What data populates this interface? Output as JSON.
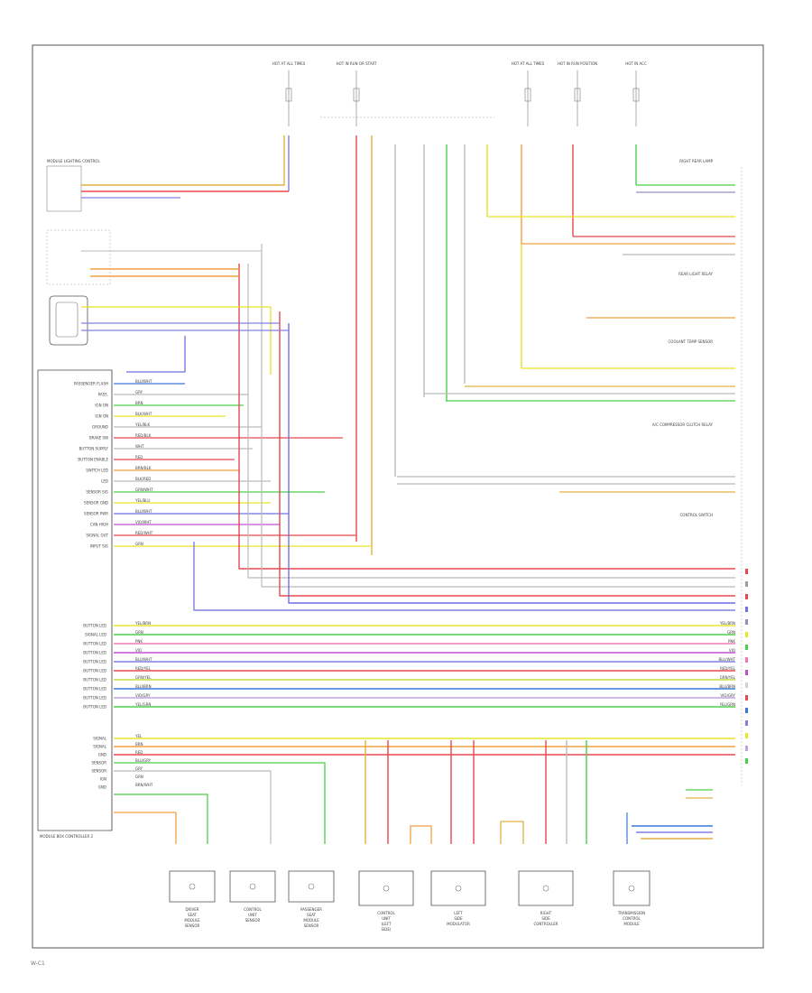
{
  "diagram": {
    "footer_code": "W-C1",
    "left_module": {
      "top_note": "MODULE LIGHTING CONTROL",
      "pins": [
        {
          "name": "PASSENGER FLASH",
          "wire": "BLU/WHT"
        },
        {
          "name": "PASS.",
          "wire": "GRY"
        },
        {
          "name": "IGN ON",
          "wire": "BRN"
        },
        {
          "name": "IGN ON",
          "wire": "BLK/WHT"
        },
        {
          "name": "GROUND",
          "wire": "YEL/BLK"
        },
        {
          "name": "BRAKE SW",
          "wire": "RED/BLK"
        },
        {
          "name": "BUTTON SUPPLY",
          "wire": "WHT"
        },
        {
          "name": "BUTTON ENABLE",
          "wire": "RED"
        },
        {
          "name": "SWITCH LED",
          "wire": "BRN/BLK"
        },
        {
          "name": "LED",
          "wire": "BLK/RED"
        },
        {
          "name": "SENSOR SIG",
          "wire": "GRN/WHT"
        },
        {
          "name": "SENSOR GND",
          "wire": "YEL/BLU"
        },
        {
          "name": "SENSOR PWR",
          "wire": "BLU/WHT"
        },
        {
          "name": "CAN HIGH",
          "wire": "VIO/WHT"
        },
        {
          "name": "SIGNAL OUT",
          "wire": "RED/WHT"
        },
        {
          "name": "INPUT SIG",
          "wire": "GRN"
        }
      ],
      "bus_pins": [
        {
          "name": "BUTTON LED",
          "wire": "YEL/BRN"
        },
        {
          "name": "SIGNAL LED",
          "wire": "GRN"
        },
        {
          "name": "BUTTON LED",
          "wire": "PNK"
        },
        {
          "name": "BUTTON LED",
          "wire": "VIO"
        },
        {
          "name": "BUTTON LED",
          "wire": "BLU/WHT"
        },
        {
          "name": "BUTTON LED",
          "wire": "RED/YEL"
        },
        {
          "name": "BUTTON LED",
          "wire": "GRN/YEL"
        },
        {
          "name": "BUTTON LED",
          "wire": "BLU/BRN"
        },
        {
          "name": "BUTTON LED",
          "wire": "VIO/GRY"
        },
        {
          "name": "BUTTON LED",
          "wire": "YEL/GRN"
        }
      ],
      "bottom_pins": [
        {
          "name": "SIGNAL",
          "wire": "YEL"
        },
        {
          "name": "SIGNAL",
          "wire": "BRN"
        },
        {
          "name": "GND",
          "wire": "RED"
        },
        {
          "name": "SENSOR",
          "wire": "BLU/GRY"
        },
        {
          "name": "SENSOR",
          "wire": "GRY"
        },
        {
          "name": "IGN",
          "wire": "GRN"
        },
        {
          "name": "GND",
          "wire": "BRN/WHT"
        }
      ],
      "caption": "MODULE BOX CONTROLLER 2"
    },
    "top_components": [
      {
        "label": "HOT AT ALL TIMES"
      },
      {
        "label": "HOT IN RUN OR START"
      },
      {
        "label": "HOT AT ALL TIMES"
      },
      {
        "label": "HOT IN RUN POSITION"
      },
      {
        "label": "HOT IN ACC"
      }
    ],
    "right_labels": [
      {
        "text": "RIGHT REAR LAMP"
      },
      {
        "text": "REAR LIGHT RELAY"
      },
      {
        "text": "COOLANT TEMP SENSOR"
      },
      {
        "text": "A/C COMPRESSOR CLUTCH RELAY"
      },
      {
        "text": "CONTROL SWITCH"
      }
    ],
    "bottom_components": [
      {
        "label": "DRIVER SEAT MODULE SENSOR"
      },
      {
        "label": "CONTROL UNIT SENSOR"
      },
      {
        "label": "PASSENGER SEAT MODULE SENSOR"
      },
      {
        "label": "CONTROL UNIT (LEFT SIDE)"
      },
      {
        "label": "LEFT SIDE MODULATOR"
      },
      {
        "label": "RIGHT SIDE CONTROLLER"
      },
      {
        "label": "TRANSMISSION CONTROL MODULE"
      }
    ],
    "bus_colors": [
      "#e5484d",
      "#9e9e9e",
      "#e5484d",
      "#6f6fe6",
      "#9090c0",
      "#e5e526",
      "#4ad04a",
      "#f07ab4",
      "#c04fd0",
      "#d0d0d0",
      "#e5484d",
      "#3c78d8",
      "#8080e0",
      "#e5e526",
      "#c0a0e0",
      "#4ad04a"
    ]
  }
}
